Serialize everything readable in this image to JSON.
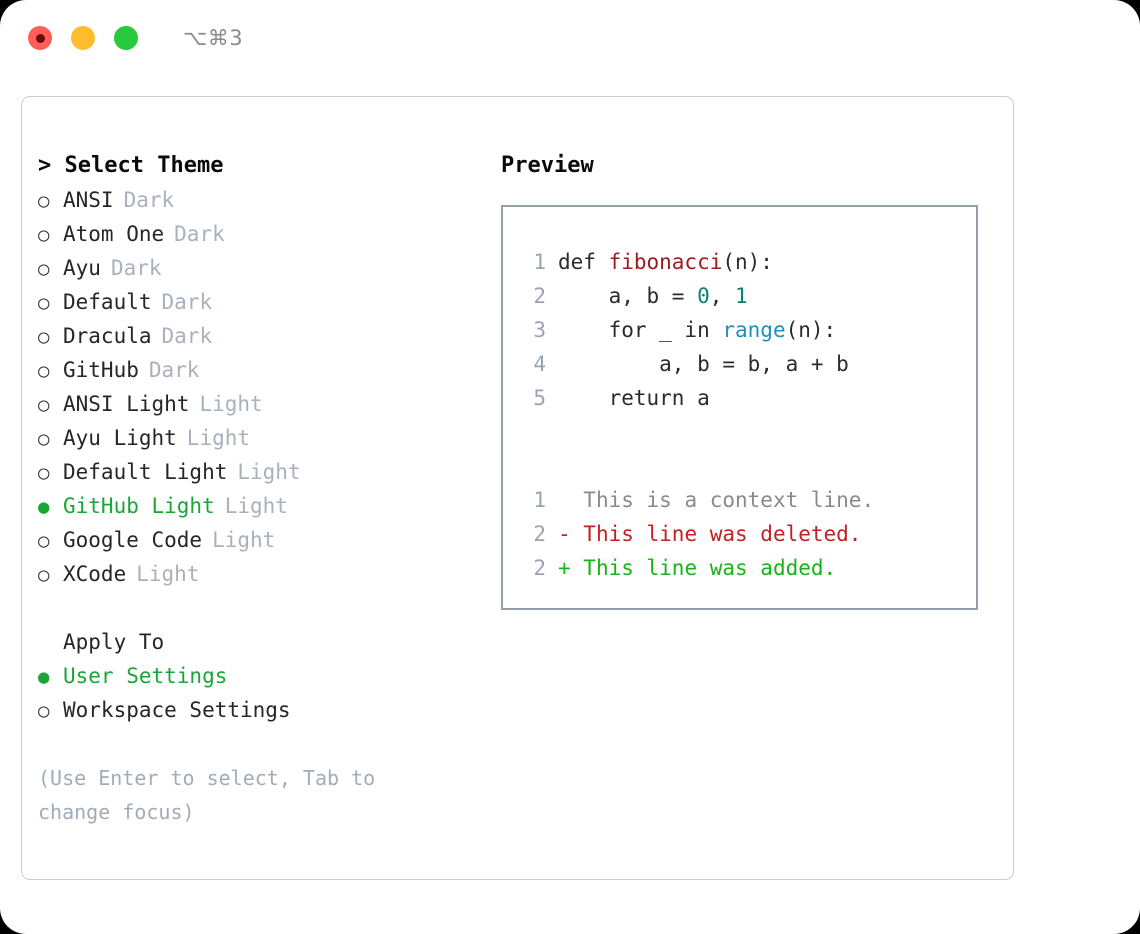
{
  "titlebar": {
    "shortcut": "⌥⌘3",
    "buttons": [
      {
        "name": "close",
        "color": "#ff5f56"
      },
      {
        "name": "minimize",
        "color": "#ffbd2e"
      },
      {
        "name": "zoom",
        "color": "#27c93f"
      }
    ]
  },
  "theme_panel": {
    "heading_caret": "> ",
    "heading": "Select Theme",
    "bullet_unselected": "○",
    "bullet_selected": "●",
    "items": [
      {
        "bullet": "○",
        "label": "ANSI",
        "tag": "Dark",
        "selected": false
      },
      {
        "bullet": "○",
        "label": "Atom One",
        "tag": "Dark",
        "selected": false
      },
      {
        "bullet": "○",
        "label": "Ayu",
        "tag": "Dark",
        "selected": false
      },
      {
        "bullet": "○",
        "label": "Default",
        "tag": "Dark",
        "selected": false
      },
      {
        "bullet": "○",
        "label": "Dracula",
        "tag": "Dark",
        "selected": false
      },
      {
        "bullet": "○",
        "label": "GitHub",
        "tag": "Dark",
        "selected": false
      },
      {
        "bullet": "○",
        "label": "ANSI Light",
        "tag": "Light",
        "selected": false
      },
      {
        "bullet": "○",
        "label": "Ayu Light",
        "tag": "Light",
        "selected": false
      },
      {
        "bullet": "○",
        "label": "Default Light",
        "tag": "Light",
        "selected": false
      },
      {
        "bullet": "●",
        "label": "GitHub Light",
        "tag": "Light",
        "selected": true
      },
      {
        "bullet": "○",
        "label": "Google Code",
        "tag": "Light",
        "selected": false
      },
      {
        "bullet": "○",
        "label": "XCode",
        "tag": "Light",
        "selected": false
      }
    ]
  },
  "apply_to": {
    "heading": "Apply To",
    "items": [
      {
        "bullet": "●",
        "label": "User Settings",
        "selected": true
      },
      {
        "bullet": "○",
        "label": "Workspace Settings",
        "selected": false
      }
    ]
  },
  "hint": {
    "line1": "(Use Enter to select, Tab to",
    "line2": "change focus)"
  },
  "preview": {
    "heading": "Preview",
    "code_lines": [
      {
        "ln": "1",
        "parts": [
          {
            "text": "def ",
            "cls": "tok-def"
          },
          {
            "text": "fibonacci",
            "cls": "tok-fn"
          },
          {
            "text": "(n):",
            "cls": "tok-punc"
          }
        ]
      },
      {
        "ln": "2",
        "parts": [
          {
            "text": "    a, b = ",
            "cls": "code-txt"
          },
          {
            "text": "0",
            "cls": "tok-num"
          },
          {
            "text": ", ",
            "cls": "code-txt"
          },
          {
            "text": "1",
            "cls": "tok-num"
          }
        ]
      },
      {
        "ln": "3",
        "parts": [
          {
            "text": "    for _ in ",
            "cls": "code-txt"
          },
          {
            "text": "range",
            "cls": "tok-call"
          },
          {
            "text": "(n):",
            "cls": "tok-punc"
          }
        ]
      },
      {
        "ln": "4",
        "parts": [
          {
            "text": "        a, b = b, a + b",
            "cls": "code-txt"
          }
        ]
      },
      {
        "ln": "5",
        "parts": [
          {
            "text": "    return a",
            "cls": "code-txt"
          }
        ]
      }
    ],
    "diff_lines": [
      {
        "ln": "1",
        "marker": "  ",
        "text": "This is a context line.",
        "cls": "diff-ctx"
      },
      {
        "ln": "2",
        "marker": "- ",
        "text": "This line was deleted.",
        "cls": "diff-del"
      },
      {
        "ln": "2",
        "marker": "+ ",
        "text": "This line was added.",
        "cls": "diff-add"
      }
    ]
  },
  "colors": {
    "background": "#000000",
    "window": "#ffffff",
    "accent_green": "#1aa637",
    "muted": "#a9b1bd",
    "panel_border": "#94a0af",
    "frame_border": "#c9ccd2"
  }
}
